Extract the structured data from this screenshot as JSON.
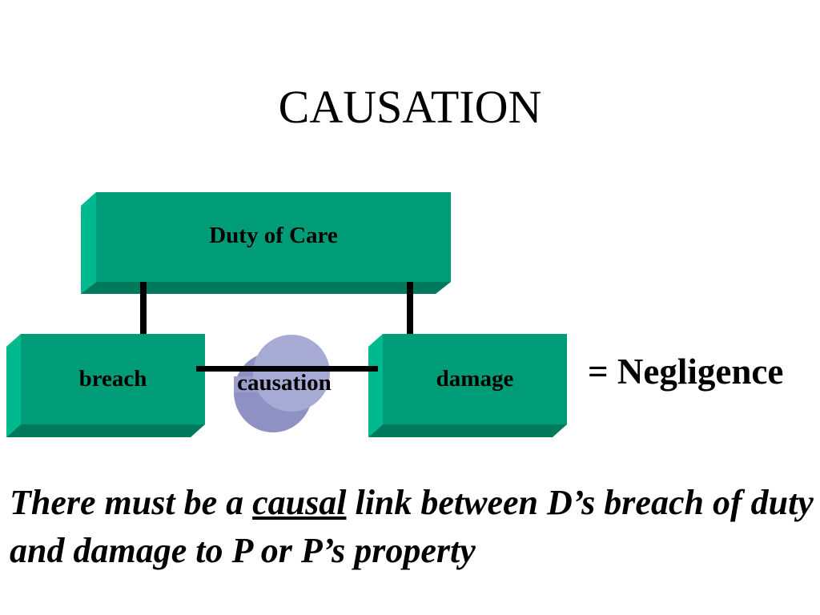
{
  "slide": {
    "title": "CAUSATION"
  },
  "diagram": {
    "top_box": "Duty of Care",
    "left_box": "breach",
    "right_box": "damage",
    "link_label": "causation",
    "result": "= Negligence",
    "colors": {
      "box_face": "#009B77",
      "box_top": "#00B98E",
      "box_side": "#007A5C",
      "cylinder": "#9A9CCB",
      "cylinder_top": "#B5B6DE",
      "connector": "#000000"
    }
  },
  "statement": {
    "part1": "There must be a ",
    "emphasis": "causal",
    "part2": " link between D’s breach of duty and damage to P or P’s property"
  }
}
